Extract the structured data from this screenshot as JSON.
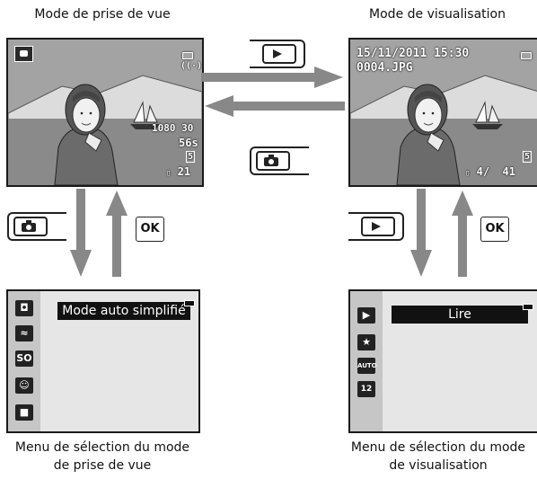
{
  "captions": {
    "shooting_mode": "Mode de prise de vue",
    "playback_mode": "Mode de visualisation",
    "shooting_menu_line1": "Menu de sélection du mode",
    "shooting_menu_line2": "de prise de vue",
    "playback_menu_line1": "Menu de sélection du mode",
    "playback_menu_line2": "de visualisation"
  },
  "shooting_screen": {
    "movie_label": "1080 30",
    "remaining_time": "56s",
    "image_size": "5",
    "exposures": "21"
  },
  "playback_screen": {
    "date_time": "15/11/2011 15:30",
    "file_name": "0004.JPG",
    "image_size": "5",
    "frame_counter": "4/  41"
  },
  "buttons": {
    "ok_label": "OK",
    "icons": [
      "playback-button-icon",
      "shooting-button-icon"
    ]
  },
  "shooting_menu": {
    "selected_item": "Mode auto simplifié",
    "icons": [
      "scene-auto-icon",
      "scene-icon",
      "special-effects-icon",
      "smart-portrait-icon",
      "auto-mode-icon"
    ],
    "so_label": "SO"
  },
  "playback_menu": {
    "selected_item": "Lire",
    "icons": [
      "play-icon",
      "favorites-icon",
      "auto-sort-icon",
      "list-by-date-icon"
    ],
    "auto_label": "AUTO",
    "date_label": "12"
  },
  "colors": {
    "arrow": "#888888",
    "screen_bg": "#a9a9a9",
    "menu_bg": "#e6e6e6"
  }
}
